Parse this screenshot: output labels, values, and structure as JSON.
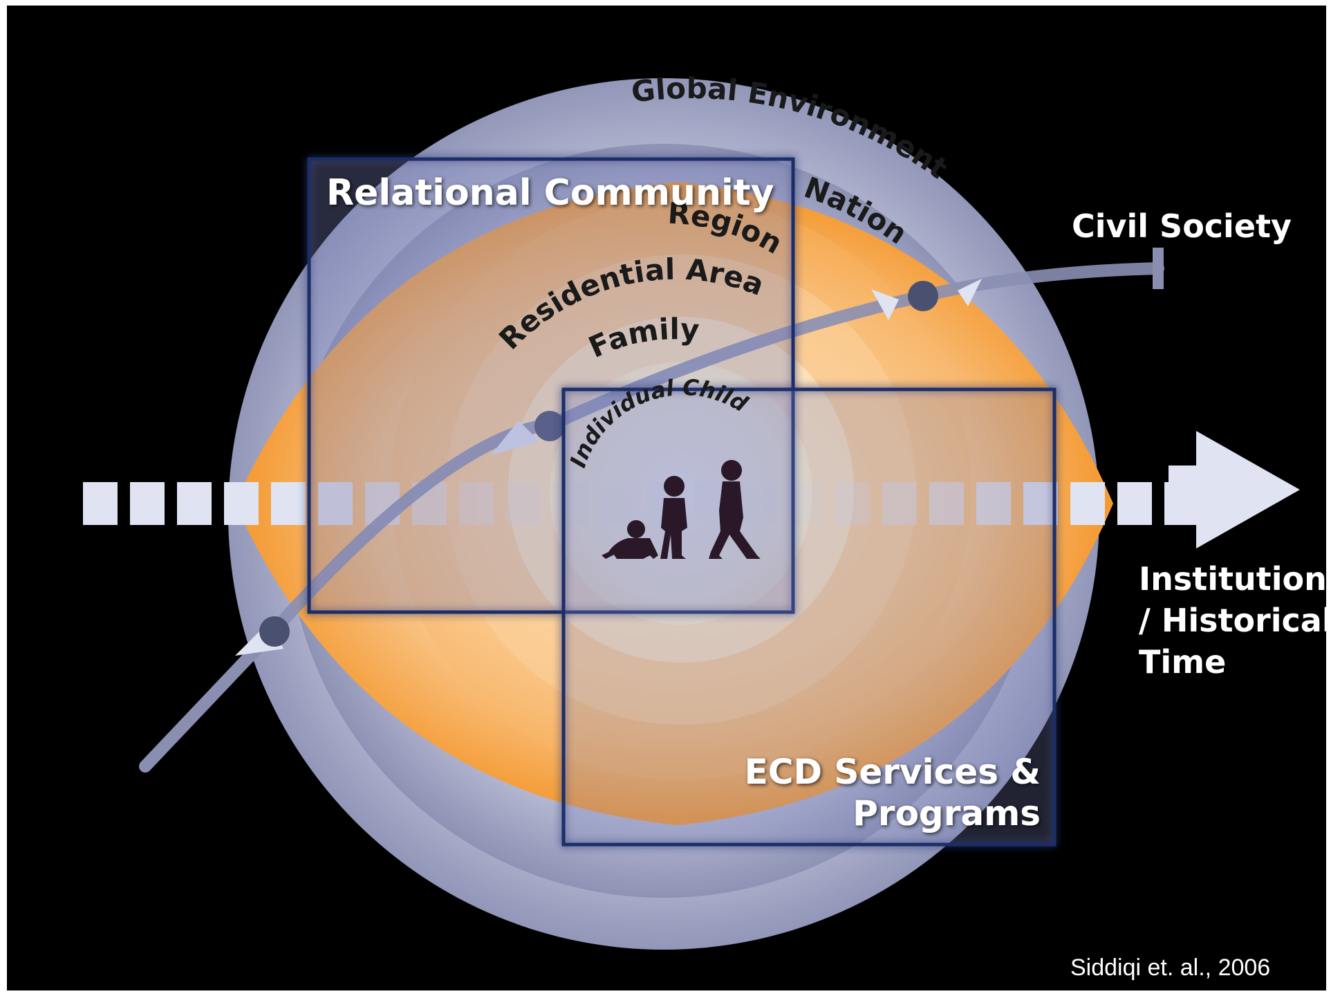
{
  "layers": {
    "global": "Global Environment",
    "nation": "Nation",
    "region": "Region",
    "residential": "Residential Area",
    "family": "Family",
    "child": "Individual Child"
  },
  "boxes": {
    "relational_community": "Relational Community",
    "ecd_line1": "ECD Services &",
    "ecd_line2": "Programs"
  },
  "side_labels": {
    "civil_society": "Civil Society",
    "time_line1": "Institutional",
    "time_line2": "/ Historical",
    "time_line3": "Time"
  },
  "citation": "Siddiqi et. al., 2006",
  "colors": {
    "background": "#000000",
    "outer_ring": "#a9acc8",
    "orange": "#f5a04a",
    "center": "#fffbe8",
    "box_stroke": "#1c2d6b",
    "arrow": "#dfe3f2",
    "node": "#4a5070"
  },
  "icons": [
    "crawling-baby-icon",
    "standing-toddler-icon",
    "walking-child-icon"
  ]
}
